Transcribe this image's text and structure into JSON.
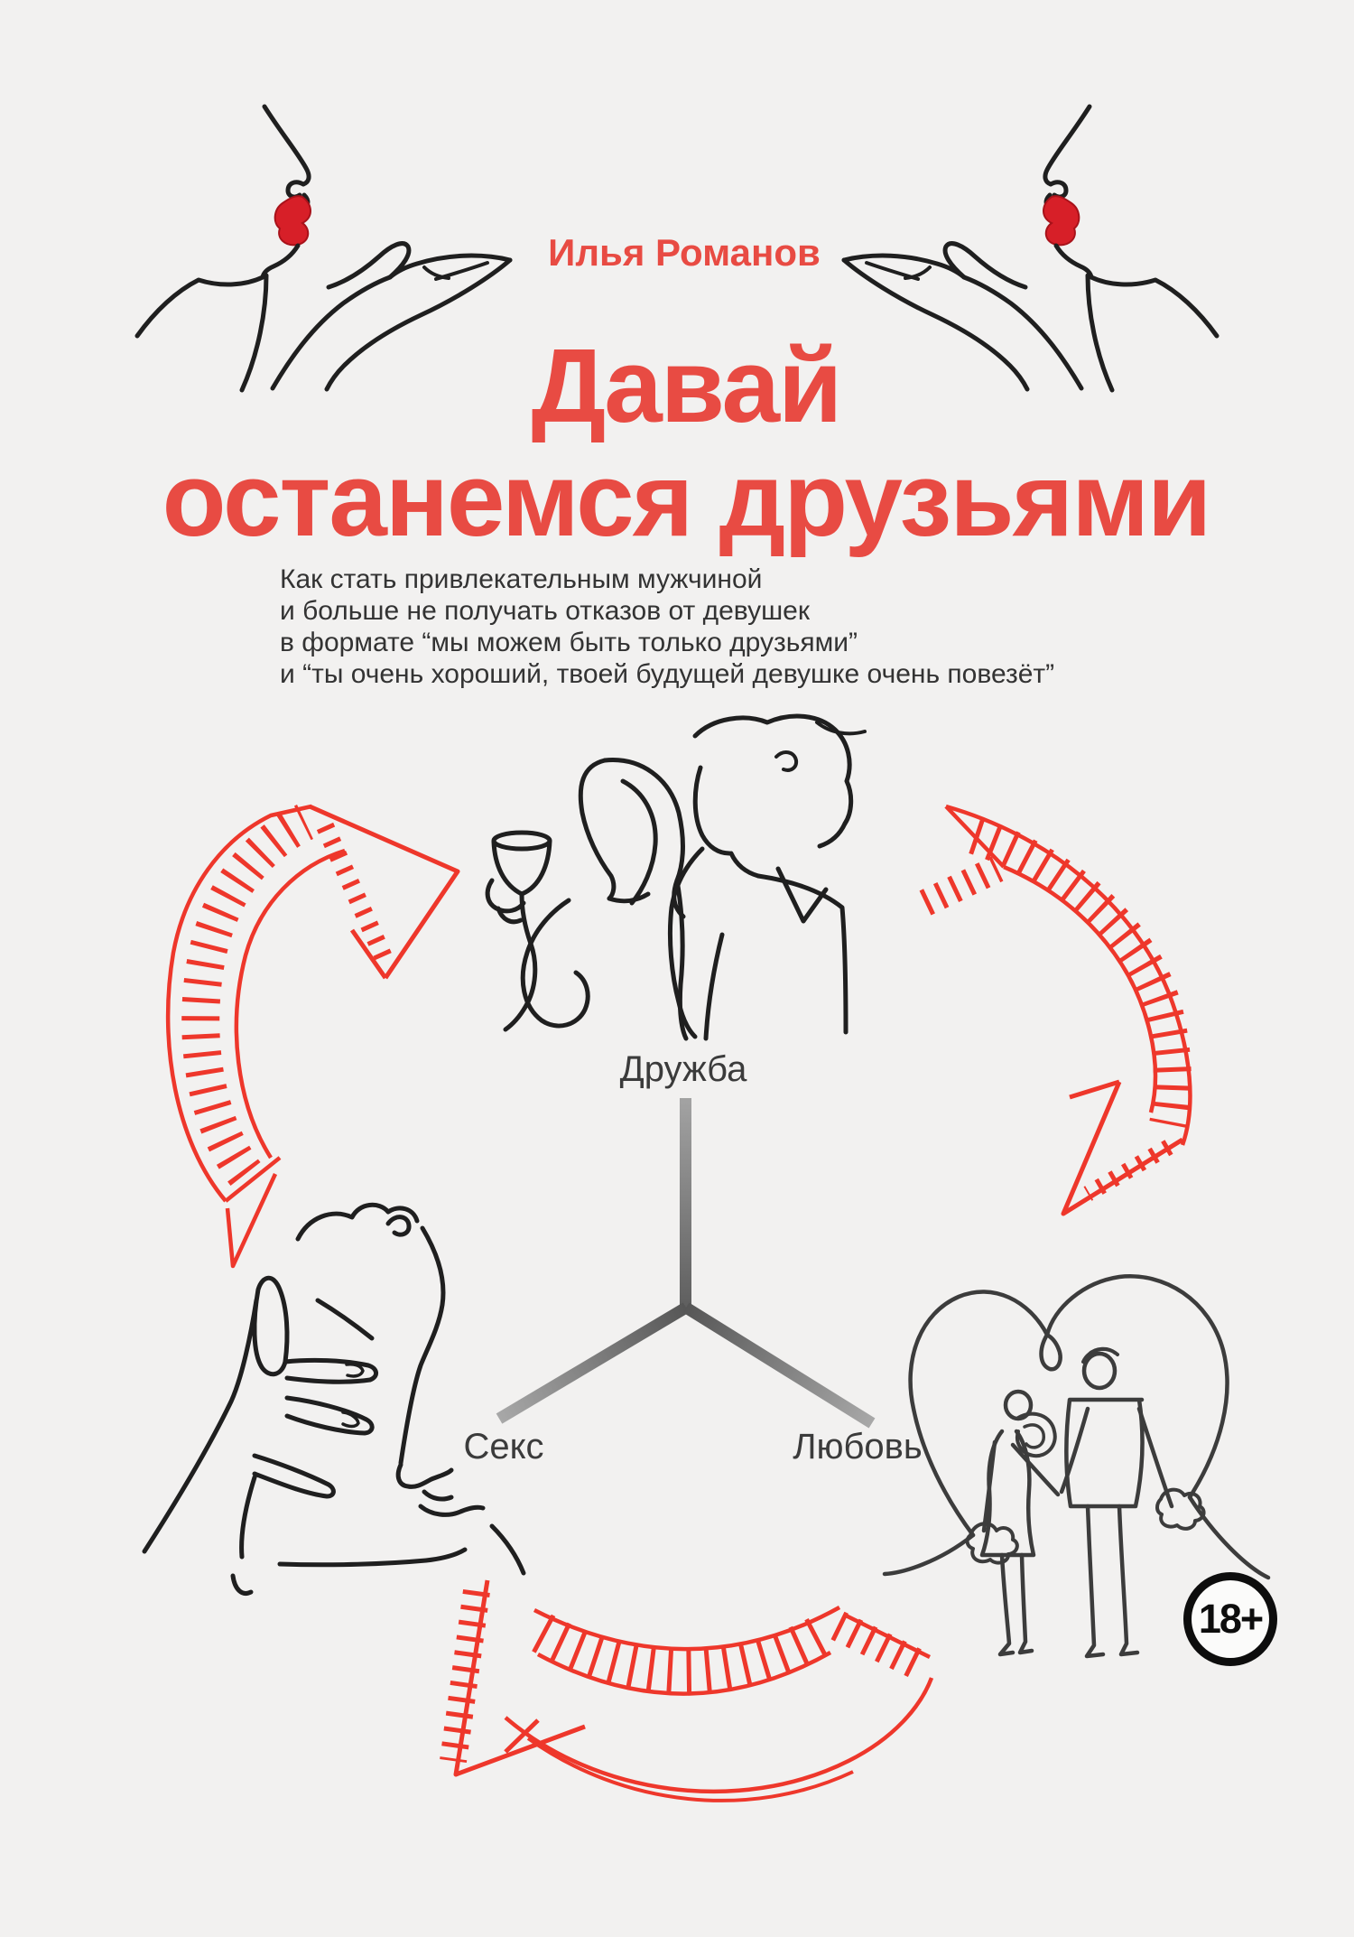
{
  "cover": {
    "author": "Илья Романов",
    "title": [
      "Давай",
      "останемся друзьями"
    ],
    "subtitle": [
      "Как стать привлекательным мужчиной",
      "и больше не получать отказов от девушек",
      "в формате “мы можем быть только друзьями”",
      "и “ты очень хороший, твоей будущей девушке очень повезёт”"
    ],
    "age_badge": "18+"
  },
  "diagram": {
    "top_label": "Дружба",
    "left_label": "Секс",
    "right_label": "Любовь"
  },
  "colors": {
    "background": "#f2f1f0",
    "accent_red": "#e84b43",
    "sketch_arrow_red": "#ee372b",
    "lips_red": "#d71f28",
    "line_ink": "#1f1f1f",
    "connector_gray": "#8a8a8a",
    "label_gray": "#3b3b3b"
  },
  "icons": [
    "kiss-face-icon",
    "open-hand-icon",
    "couple-wine-icon",
    "sniff-hand-face-icon",
    "couple-heart-icon",
    "cycle-arrow-icon",
    "age-badge-icon"
  ]
}
